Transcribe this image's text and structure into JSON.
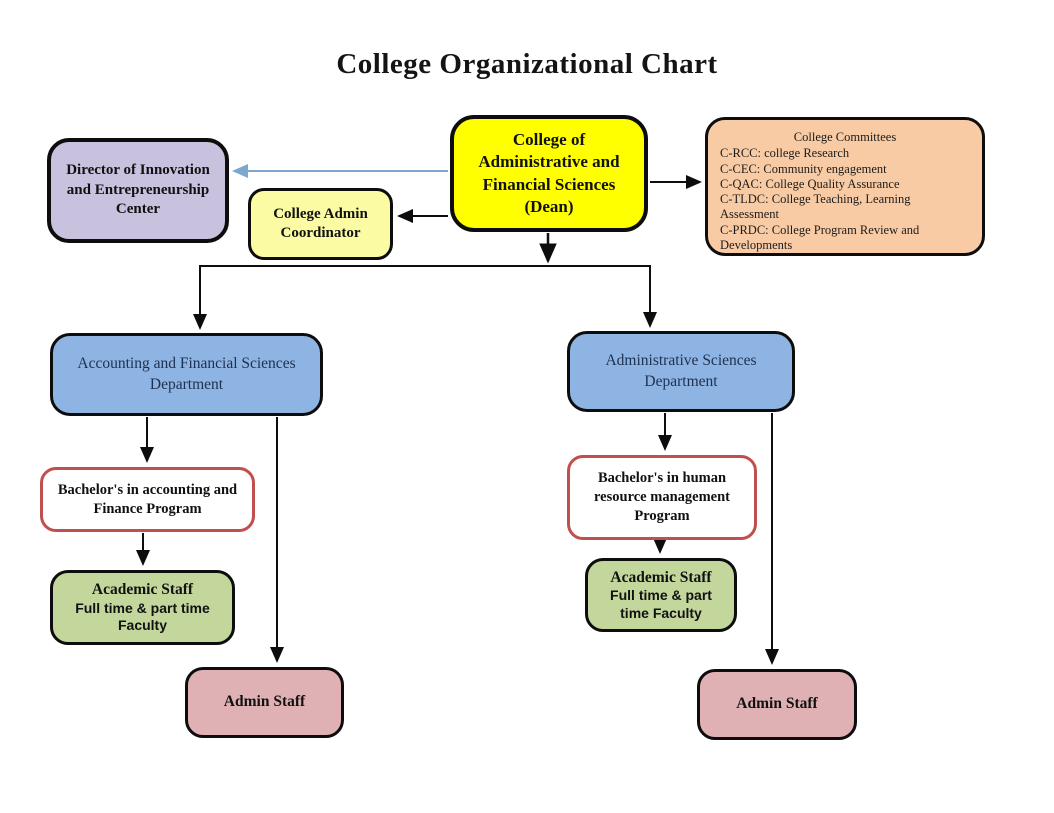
{
  "title": "College Organizational Chart",
  "nodes": {
    "dean": {
      "label": "College of Administrative and Financial Sciences (Dean)"
    },
    "director": {
      "label": "Director of Innovation and Entrepreneurship Center"
    },
    "coordinator": {
      "label": "College Admin Coordinator"
    },
    "committees": {
      "title": "College Committees",
      "items": [
        "C-RCC: college Research",
        "C-CEC: Community engagement",
        "C-QAC: College Quality Assurance",
        "C-TLDC: College Teaching, Learning Assessment",
        "C-PRDC: College Program Review and Developments"
      ]
    },
    "dept_accounting": {
      "label": "Accounting and Financial Sciences Department"
    },
    "dept_admin": {
      "label": "Administrative Sciences Department"
    },
    "program_accounting": {
      "label": "Bachelor's in accounting and Finance Program"
    },
    "program_hr": {
      "label": "Bachelor's in human resource management Program"
    },
    "academic_staff_left": {
      "title": "Academic Staff",
      "subtitle": "Full time & part time Faculty"
    },
    "academic_staff_right": {
      "title": "Academic Staff",
      "subtitle": "Full time & part time Faculty"
    },
    "admin_staff_left": {
      "label": "Admin Staff"
    },
    "admin_staff_right": {
      "label": "Admin Staff"
    }
  },
  "colors": {
    "dean_fill": "#ffff00",
    "director_fill": "#c8c2de",
    "coordinator_fill": "#fbfba3",
    "committees_fill": "#f8cba4",
    "department_fill": "#8db4e2",
    "program_border": "#c0504d",
    "academic_fill": "#c3d69b",
    "admin_fill": "#dfb1b4",
    "connector_black": "#0d0d0d",
    "connector_blue": "#7da7cc"
  }
}
